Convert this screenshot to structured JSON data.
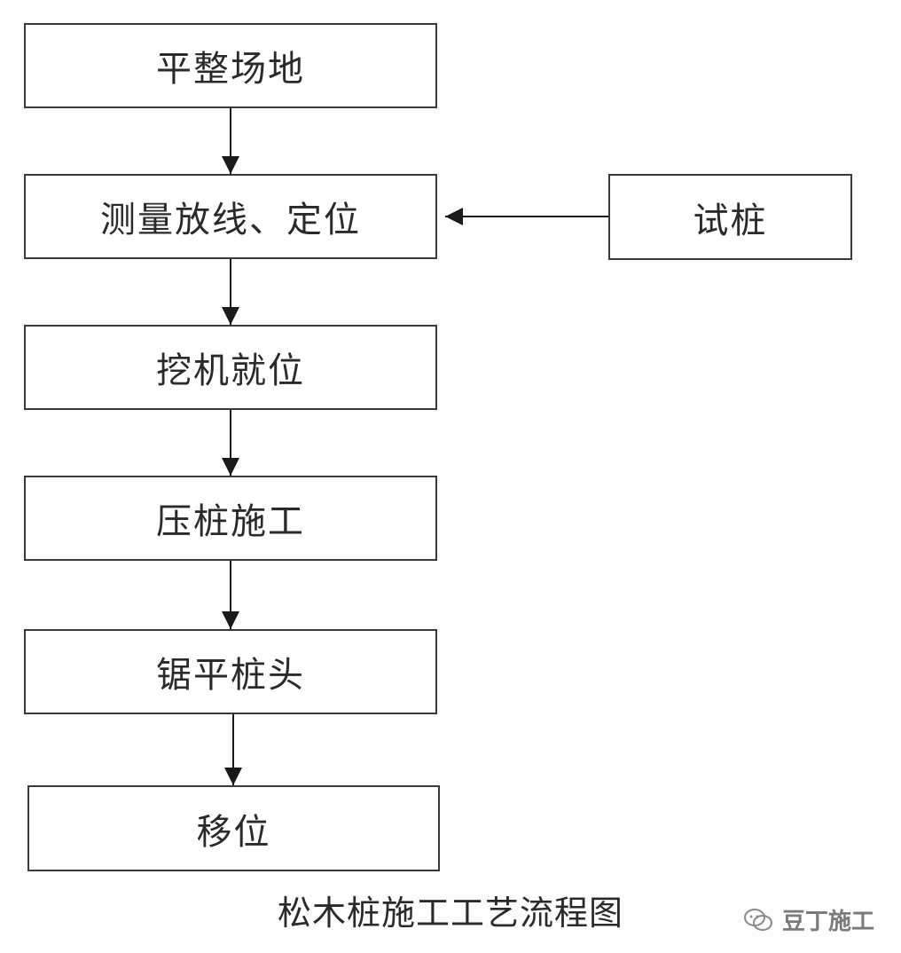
{
  "steps": [
    "平整场地",
    "测量放线、定位",
    "挖机就位",
    "压桩施工",
    "锯平桩头",
    "移位"
  ],
  "side_step": "试桩",
  "caption": "松木桩施工工艺流程图",
  "watermark": {
    "icon": "wechat-icon",
    "text": "豆丁施工"
  },
  "colors": {
    "line": "#1a1a1a",
    "border": "#3a3a3a",
    "text": "#2a2a2a",
    "watermark": "#7a7a7a"
  }
}
